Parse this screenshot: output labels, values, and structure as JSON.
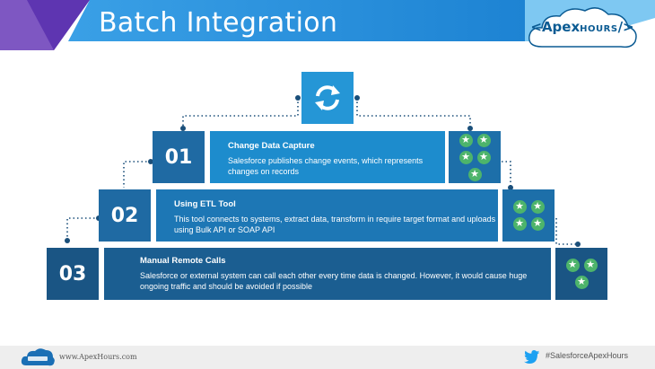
{
  "header": {
    "title": "Batch Integration"
  },
  "logo": {
    "apex": "Apex",
    "hours": "HOURS"
  },
  "steps": [
    {
      "number": "01",
      "title": "Change Data Capture",
      "description": "Salesforce publishes change events, which represents changes on records"
    },
    {
      "number": "02",
      "title": "Using ETL Tool",
      "description": "This tool connects to systems, extract data, transform in require target format and uploads using Bulk API or SOAP API"
    },
    {
      "number": "03",
      "title": "Manual Remote Calls",
      "description": "Salesforce or external system can call each other every time data is changed. However, it would cause huge ongoing traffic and should be avoided if possible"
    }
  ],
  "ratings": [
    5,
    4,
    3
  ],
  "footer": {
    "website": "www.ApexHours.com",
    "hashtag": "#SalesforceApexHours"
  },
  "colors": {
    "block_dark": "#1a4f7a",
    "block_mid": "#1f6aa3",
    "block_light": "#1d8ccd",
    "star": "#4db46b",
    "header_blue": "#2aa3e8",
    "header_purple": "#6a3fb5"
  },
  "icons": {
    "top": "sync-icon",
    "footer_left": "apexhours-logo-icon",
    "footer_right": "twitter-bird-icon"
  }
}
